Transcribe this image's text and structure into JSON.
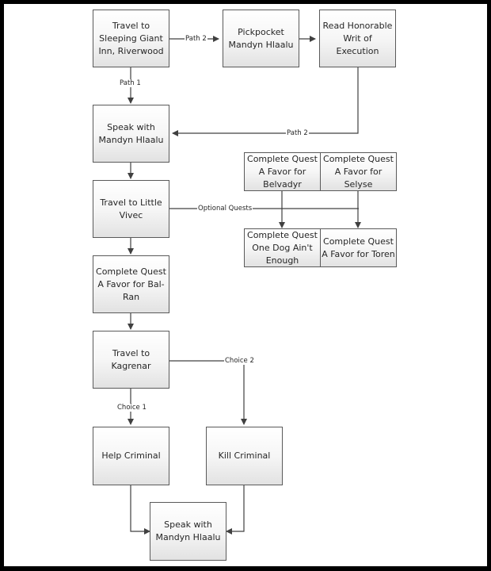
{
  "diagram": {
    "type": "flowchart",
    "nodes": {
      "travel_riverwood": "Travel to Sleeping Giant Inn, Riverwood",
      "pickpocket": "Pickpocket Mandyn Hlaalu",
      "read_writ": "Read Honorable Writ of Execution",
      "speak_mandyn_1": "Speak with Mandyn Hlaalu",
      "travel_little_vivec": "Travel to Little Vivec",
      "quest_belvadyr": "Complete Quest A Favor for Belvadyr",
      "quest_selyse": "Complete Quest A Favor for Selyse",
      "quest_one_dog": "Complete Quest One Dog Ain't Enough",
      "quest_toren": "Complete Quest A Favor for Toren",
      "quest_bal_ran": "Complete Quest A Favor for Bal-Ran",
      "travel_kagrenar": "Travel to Kagrenar",
      "help_criminal": "Help Criminal",
      "kill_criminal": "Kill Criminal",
      "speak_mandyn_2": "Speak with Mandyn Hlaalu"
    },
    "edge_labels": {
      "path2_top": "Path 2",
      "path1": "Path 1",
      "path2_return": "Path 2",
      "optional": "Optional Quests",
      "choice1": "Choice 1",
      "choice2": "Choice 2"
    },
    "edges": [
      {
        "from": "travel_riverwood",
        "to": "pickpocket",
        "label": "Path 2"
      },
      {
        "from": "pickpocket",
        "to": "read_writ",
        "label": ""
      },
      {
        "from": "travel_riverwood",
        "to": "speak_mandyn_1",
        "label": "Path 1"
      },
      {
        "from": "read_writ",
        "to": "speak_mandyn_1",
        "label": "Path 2"
      },
      {
        "from": "speak_mandyn_1",
        "to": "travel_little_vivec",
        "label": ""
      },
      {
        "from": "travel_little_vivec",
        "to": "quest_belvadyr",
        "label": "Optional Quests"
      },
      {
        "from": "travel_little_vivec",
        "to": "quest_selyse",
        "label": "Optional Quests"
      },
      {
        "from": "travel_little_vivec",
        "to": "quest_one_dog",
        "label": "Optional Quests"
      },
      {
        "from": "travel_little_vivec",
        "to": "quest_toren",
        "label": "Optional Quests"
      },
      {
        "from": "travel_little_vivec",
        "to": "quest_bal_ran",
        "label": ""
      },
      {
        "from": "quest_bal_ran",
        "to": "travel_kagrenar",
        "label": ""
      },
      {
        "from": "travel_kagrenar",
        "to": "help_criminal",
        "label": "Choice 1"
      },
      {
        "from": "travel_kagrenar",
        "to": "kill_criminal",
        "label": "Choice 2"
      },
      {
        "from": "help_criminal",
        "to": "speak_mandyn_2",
        "label": ""
      },
      {
        "from": "kill_criminal",
        "to": "speak_mandyn_2",
        "label": ""
      }
    ]
  }
}
